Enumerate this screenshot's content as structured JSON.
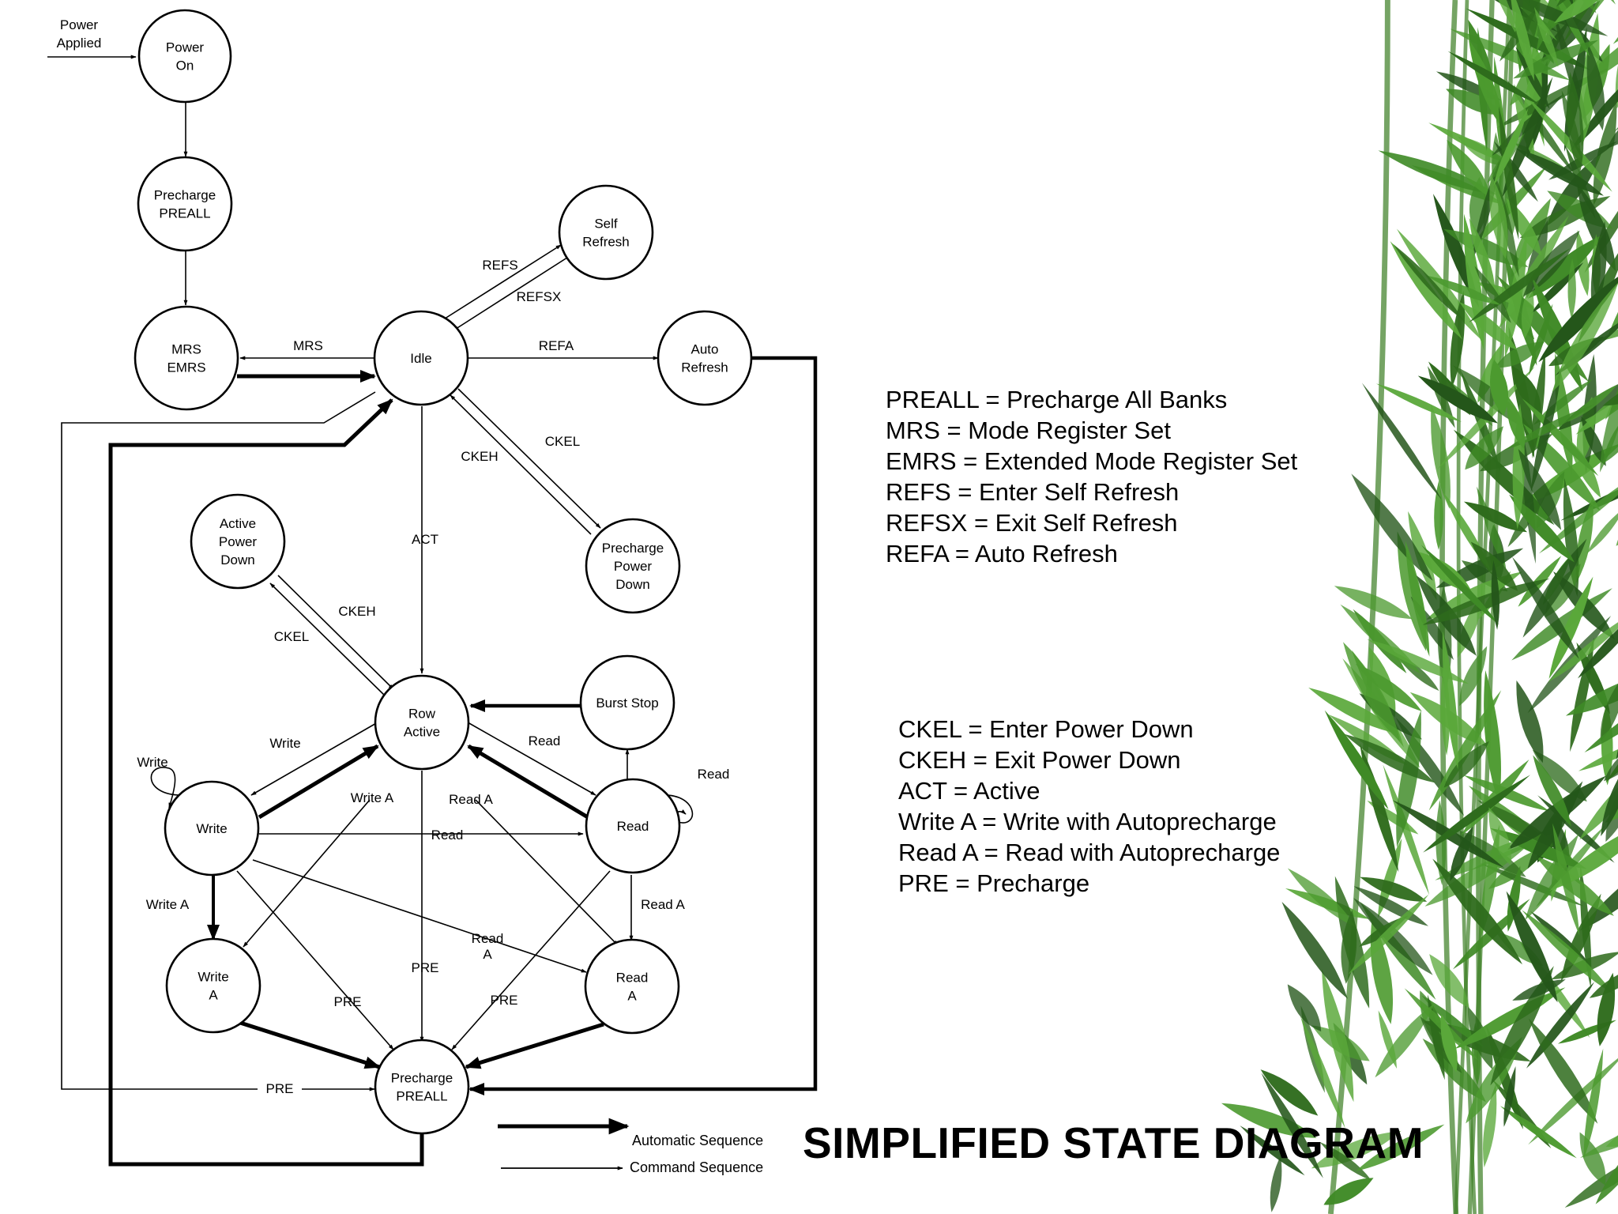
{
  "title": "SIMPLIFIED STATE DIAGRAM",
  "entry_label": [
    "Power",
    "Applied"
  ],
  "states": {
    "power_on": [
      "Power",
      "On"
    ],
    "precharge_preall_top": [
      "Precharge",
      "PREALL"
    ],
    "mrs_emrs": [
      "MRS",
      "EMRS"
    ],
    "idle": [
      "Idle"
    ],
    "self_refresh": [
      "Self",
      "Refresh"
    ],
    "auto_refresh": [
      "Auto",
      "Refresh"
    ],
    "precharge_power_down": [
      "Precharge",
      "Power",
      "Down"
    ],
    "active_power_down": [
      "Active",
      "Power",
      "Down"
    ],
    "row_active": [
      "Row",
      "Active"
    ],
    "burst_stop": [
      "Burst Stop"
    ],
    "write": [
      "Write"
    ],
    "read": [
      "Read"
    ],
    "write_a": [
      "Write",
      "A"
    ],
    "read_a": [
      "Read",
      "A"
    ],
    "precharge_preall_bottom": [
      "Precharge",
      "PREALL"
    ]
  },
  "transition_labels": {
    "mrs": "MRS",
    "refs": "REFS",
    "refsx": "REFSX",
    "refa": "REFA",
    "ckel_idle": "CKEL",
    "ckeh_idle": "CKEH",
    "act": "ACT",
    "ckeh_active": "CKEH",
    "ckel_active": "CKEL",
    "write_to_write": "Write",
    "write_self": "Write",
    "read_to_row": "Read",
    "read_self": "Read",
    "write_a_from_write": "Write A",
    "read_a_from_row": "Read A",
    "read_from_write": "Read",
    "write_a_down": "Write A",
    "read_a_down": "Read A",
    "read_a_cross": [
      "Read",
      "A"
    ],
    "pre_center": "PRE",
    "pre_left": "PRE",
    "pre_right": "PRE",
    "pre_bottom": "PRE"
  },
  "legend": {
    "automatic": "Automatic Sequence",
    "command": "Command Sequence"
  },
  "abbreviations_1": [
    "PREALL = Precharge All Banks",
    "MRS = Mode Register Set",
    "EMRS = Extended Mode Register Set",
    "REFS = Enter Self Refresh",
    "REFSX = Exit Self Refresh",
    "REFA = Auto Refresh"
  ],
  "abbreviations_2": [
    "CKEL = Enter Power Down",
    "CKEH = Exit Power Down",
    "ACT = Active",
    "Write A = Write with Autoprecharge",
    "Read A = Read with Autoprecharge",
    "PRE = Precharge"
  ],
  "colors": {
    "ink": "#000000",
    "background": "#ffffff",
    "leaf_dark": "#2e6b1c",
    "leaf_mid": "#3f8a26",
    "leaf_light": "#5aa83a"
  }
}
